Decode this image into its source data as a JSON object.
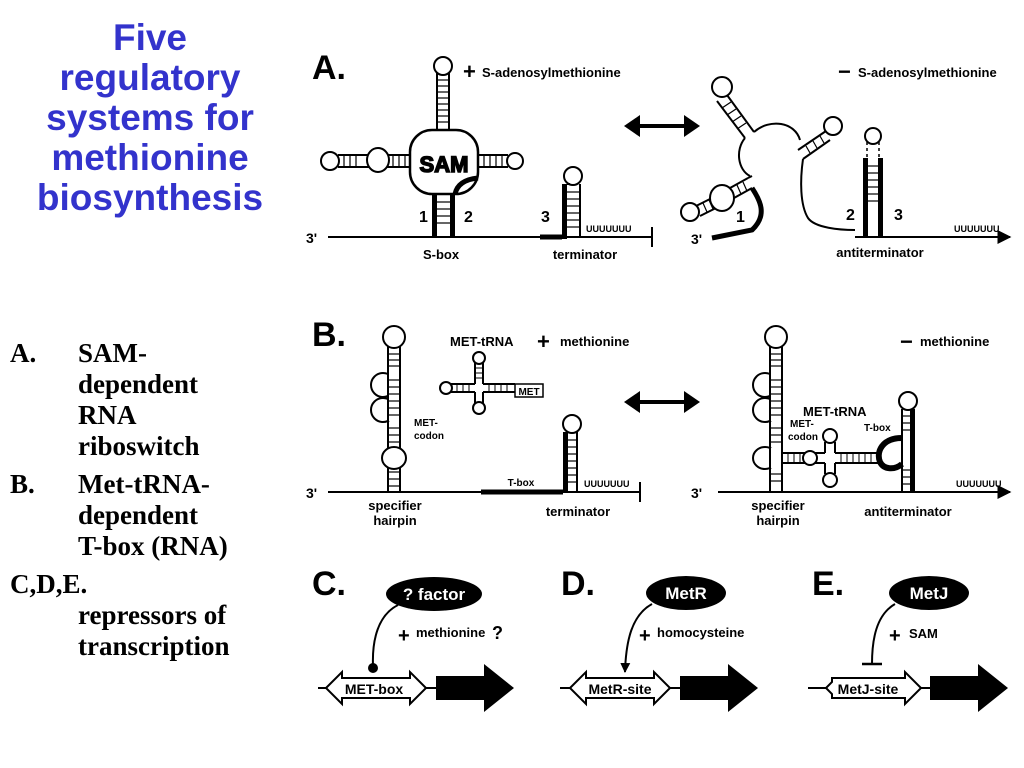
{
  "title_lines": [
    "Five",
    "regulatory",
    "systems for",
    "methionine",
    "biosynthesis"
  ],
  "list": [
    {
      "marker": "A.",
      "lines": [
        "SAM-",
        "dependent",
        "RNA",
        "riboswitch"
      ]
    },
    {
      "marker": "B.",
      "lines": [
        "Met-tRNA-",
        "dependent",
        "T-box (RNA)"
      ]
    },
    {
      "marker": "C,D,E.",
      "lines": [
        "repressors of",
        "transcription"
      ]
    }
  ],
  "panel_a": {
    "label": "A.",
    "plus_sign": "+",
    "plus_ligand": "S-adenosylmethionine",
    "minus_sign": "−",
    "minus_ligand": "S-adenosylmethionine",
    "sam": "SAM",
    "n1": "1",
    "n2": "2",
    "n3": "3",
    "three_prime": "3'",
    "polyu": "UUUUUUU",
    "sbox": "S-box",
    "terminator": "terminator",
    "r_n1": "1",
    "r_n2": "2",
    "r_n3": "3",
    "r_three_prime": "3'",
    "r_polyu": "UUUUUUU",
    "antiterminator": "antiterminator"
  },
  "panel_b": {
    "label": "B.",
    "met_trna": "MET-tRNA",
    "plus_sign": "+",
    "plus_ligand": "methionine",
    "met_box": "MET",
    "met_codon_1": "MET-",
    "met_codon_2": "codon",
    "three_prime": "3'",
    "specifier_1": "specifier",
    "specifier_2": "hairpin",
    "tbox": "T-box",
    "polyu": "UUUUUUU",
    "terminator": "terminator",
    "minus_sign": "−",
    "minus_ligand": "methionine",
    "r_met_trna": "MET-tRNA",
    "r_met_codon_1": "MET-",
    "r_met_codon_2": "codon",
    "r_tbox": "T-box",
    "r_three_prime": "3'",
    "r_polyu": "UUUUUUU",
    "r_specifier_1": "specifier",
    "r_specifier_2": "hairpin",
    "antiterminator": "antiterminator"
  },
  "panel_c": {
    "label": "C.",
    "factor": "? factor",
    "plus_sign": "+",
    "ligand": "methionine",
    "question": "?",
    "site": "MET-box"
  },
  "panel_d": {
    "label": "D.",
    "factor": "MetR",
    "plus_sign": "+",
    "ligand": "homocysteine",
    "site": "MetR-site"
  },
  "panel_e": {
    "label": "E.",
    "factor": "MetJ",
    "plus_sign": "+",
    "ligand": "SAM",
    "site": "MetJ-site"
  }
}
